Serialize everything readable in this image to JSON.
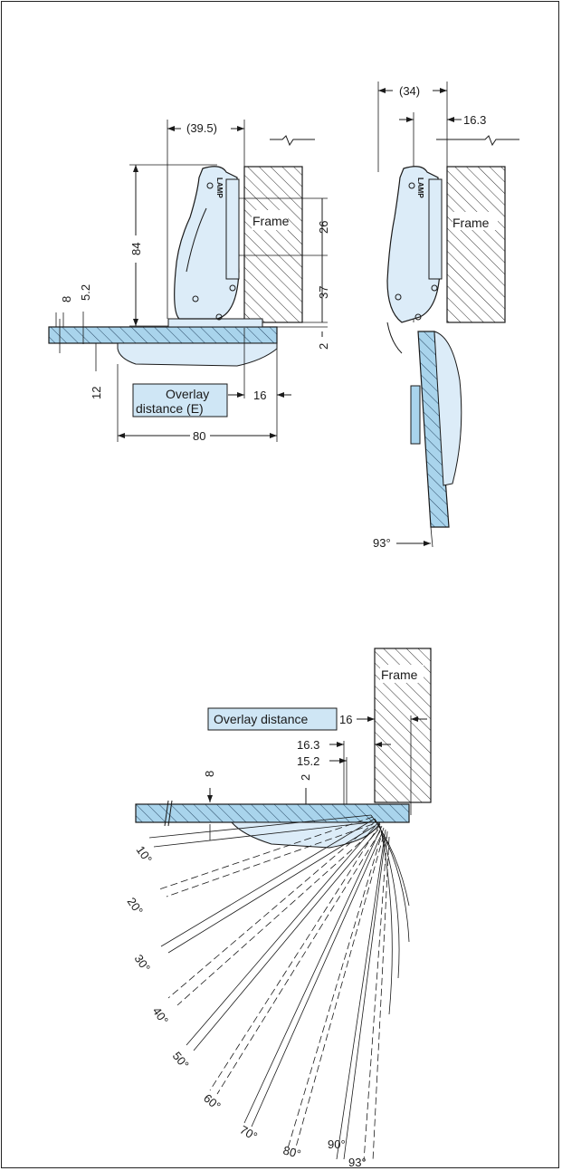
{
  "colors": {
    "door_fill": "#a9d4ec",
    "hinge_fill": "#dcecf8",
    "label_fill": "#cfe6f5",
    "line": "#1a1a1a"
  },
  "top_left": {
    "dim_39_5": "(39.5)",
    "dim_84": "84",
    "dim_26": "26",
    "dim_37": "37",
    "dim_2": "2",
    "dim_8": "8",
    "dim_5_2": "5.2",
    "dim_12": "12",
    "dim_16": "16",
    "dim_80": "80",
    "frame_label": "Frame",
    "brand": "LAMP",
    "overlay_label_1": "Overlay",
    "overlay_label_2": "distance (E)"
  },
  "top_right": {
    "dim_34": "(34)",
    "dim_16_3": "16.3",
    "frame_label": "Frame",
    "brand": "LAMP",
    "angle_93": "93°"
  },
  "bottom": {
    "frame_label": "Frame",
    "overlay_label": "Overlay distance",
    "dim_16": "16",
    "dim_16_3": "16.3",
    "dim_15_2": "15.2",
    "dim_8": "8",
    "dim_2": "2",
    "angles": [
      "10°",
      "20°",
      "30°",
      "40°",
      "50°",
      "60°",
      "70°",
      "80°",
      "90°",
      "93°"
    ]
  }
}
